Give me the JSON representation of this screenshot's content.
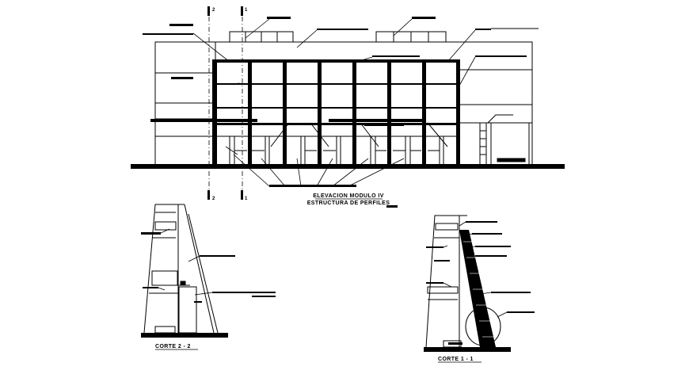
{
  "elevation": {
    "title": "ELEVACION MODULO IV",
    "subtitle": "ESTRUCTURA DE PERFILES",
    "section_marks": {
      "left": "2",
      "right": "1"
    }
  },
  "section_2": {
    "title": "CORTE 2 - 2"
  },
  "section_1": {
    "title": "CORTE 1 - 1"
  },
  "colors": {
    "ink": "#000000",
    "paper": "#ffffff"
  }
}
